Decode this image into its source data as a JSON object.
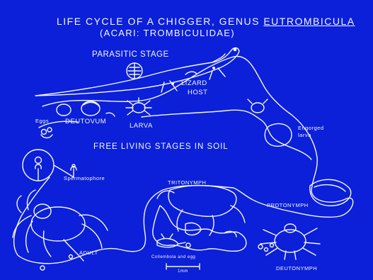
{
  "title": {
    "line1_prefix": "LIFE CYCLE OF A CHIGGER, GENUS ",
    "line1_genus": "EUTROMBICULA",
    "line2": "(ACARI:  TROMBICULIDAE)"
  },
  "labels": {
    "parasitic_stage": "PARASITIC STAGE",
    "lizard": "LIZARD",
    "host": "HOST",
    "eggs": "Eggs",
    "deutovum": "DEUTOVUM",
    "larva": "LARVA",
    "engorged": "Engorged",
    "engorged_larva": "larva",
    "free_living": "FREE LIVING STAGES IN SOIL",
    "spermatophore": "Spermatophore",
    "tritonymph": "TRITONYMPH",
    "protonymph": "PROTONYMPH",
    "adult": "ADULT",
    "collembola": "Collembola and egg",
    "scale": "1mm",
    "deutonymph": "DEUTONYMPH"
  },
  "colors": {
    "background": "#0b20d8",
    "line": "#f4f6ff"
  }
}
